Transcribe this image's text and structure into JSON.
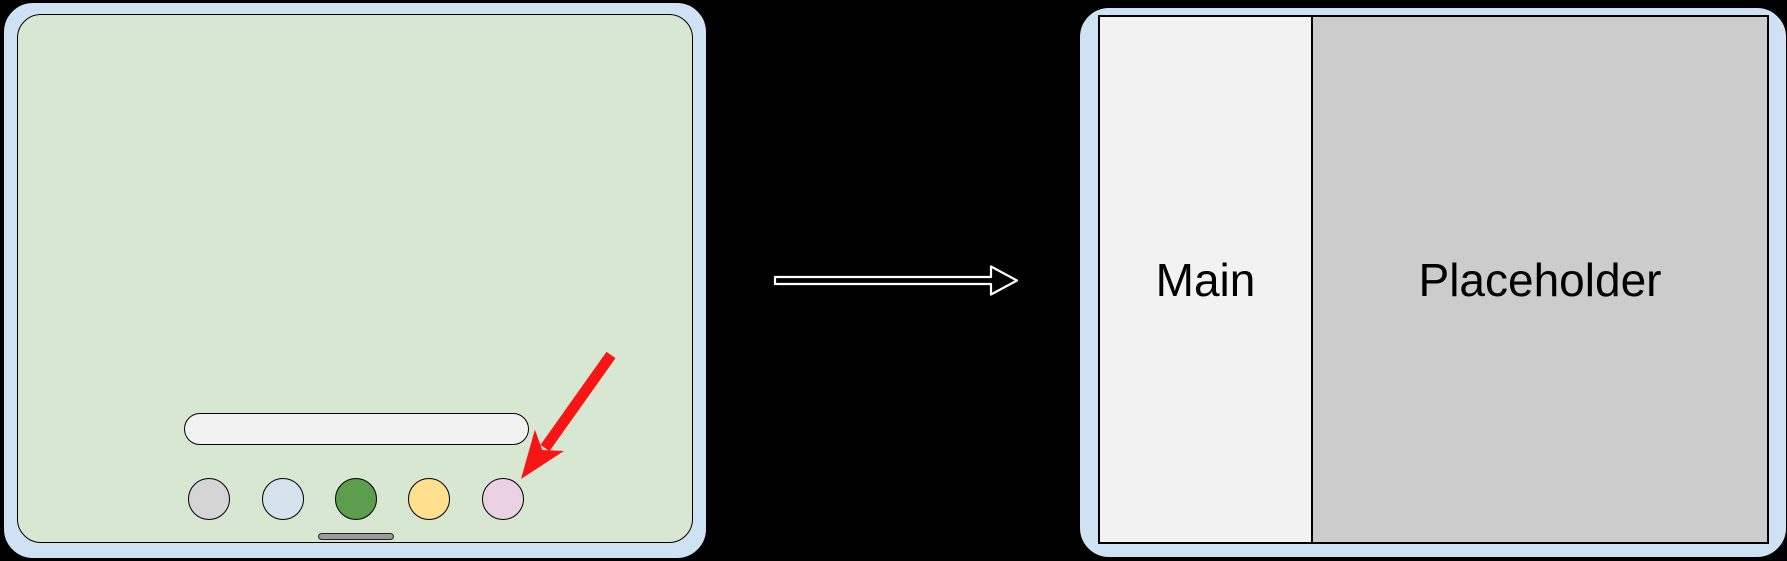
{
  "diagram": {
    "background_color": "#000000",
    "left_device": {
      "description": "folded-phone-home-screen",
      "frame_color": "#cfe2f3",
      "screen_color": "#d8e7d1",
      "search_pill_color": "#f2f2f2",
      "dock_icons": [
        {
          "name": "app-icon-gray",
          "color": "#d5d5d5"
        },
        {
          "name": "app-icon-blue",
          "color": "#d7e3ec"
        },
        {
          "name": "app-icon-green",
          "color": "#5d9d4e"
        },
        {
          "name": "app-icon-yellow",
          "color": "#fee08e"
        },
        {
          "name": "app-icon-pink",
          "color": "#ead2e2"
        }
      ],
      "home_indicator_color": "#9b9b9b"
    },
    "pointer_arrow": {
      "color": "#f71515",
      "points_at": "app-icon-pink"
    },
    "transition_arrow": {
      "fill": "#000000",
      "outline": "#ffffff"
    },
    "right_device": {
      "description": "unfolded-two-pane-layout",
      "frame_color": "#cfe2f3",
      "panes": [
        {
          "label": "Main",
          "color": "#f2f2f2"
        },
        {
          "label": "Placeholder",
          "color": "#cccccc"
        }
      ]
    }
  }
}
